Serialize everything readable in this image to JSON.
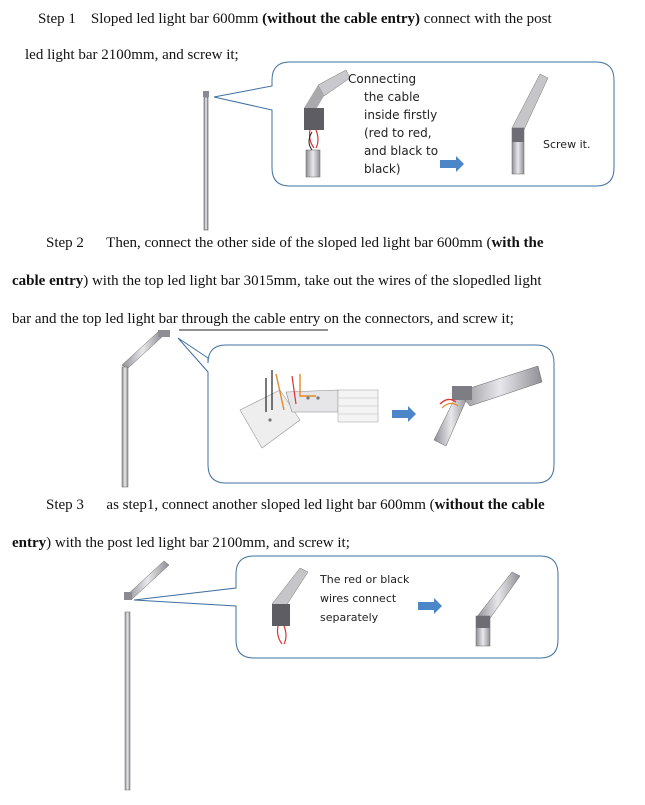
{
  "step1": {
    "label": "Step 1",
    "text_a": "Sloped led light bar 600mm",
    "text_b": "(without the cable entry)",
    "text_c": "connect with the post",
    "line2": "led light bar 2100mm,  and screw it;",
    "callout_left": [
      "Connecting",
      "the        cable",
      "inside firstly",
      "(red to red,",
      "and black to",
      "black)"
    ],
    "callout_right": "Screw it."
  },
  "step2": {
    "label": "Step 2",
    "text_a": "Then, connect the other side of the sloped led light bar 600mm (",
    "text_b": "with the",
    "line2_b": "cable entry",
    "line2_a": ") with the top led light bar 3015mm,  take out the wires of the slopedled light",
    "line3": "bar and the top led light bar through the cable entry on the connectors,  and screw it;"
  },
  "step3": {
    "label": "Step 3",
    "text_a": "as step1,  connect another sloped led light bar 600mm (",
    "text_b": "without the cable",
    "line2_b": "entry",
    "line2_a": ") with the post led light bar 2100mm,  and screw it;",
    "callout": [
      "The red or black",
      "wires connect",
      "separately"
    ]
  },
  "colors": {
    "bubble_border": "#3f6f9f",
    "arrow": "#4a86c8",
    "bar": "#b9b9bd",
    "bar_dark": "#6c6c72",
    "wire_red": "#d33",
    "wire_orange": "#e48a2a",
    "underline": "#222222"
  }
}
